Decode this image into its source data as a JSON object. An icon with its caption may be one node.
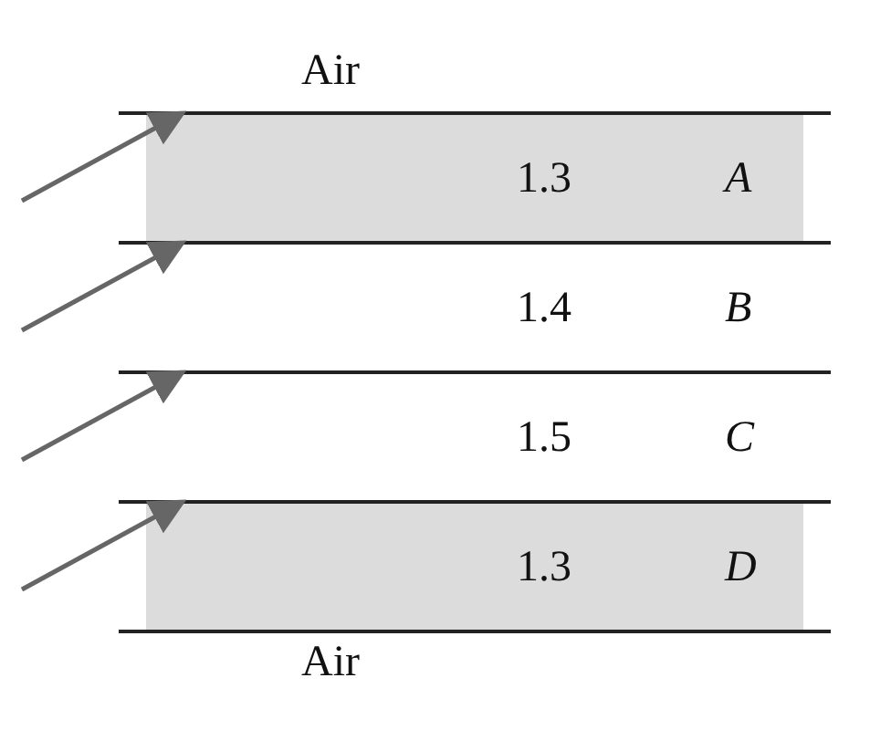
{
  "diagram": {
    "nodes": [
      {
        "text": [
          "1.3",
          "A"
        ]
      },
      {
        "text": [
          "1.4",
          "B"
        ]
      },
      {
        "text": [
          "1.5",
          "C"
        ]
      },
      {
        "text": [
          "1.3",
          "D"
        ]
      }
    ],
    "edges": [
      {
        "from": null,
        "to": 0,
        "arrow": "to"
      },
      {
        "from": null,
        "to": 1,
        "arrow": "to"
      },
      {
        "from": null,
        "to": 2,
        "arrow": "to"
      },
      {
        "from": null,
        "to": 3,
        "arrow": "to"
      }
    ],
    "labels": [
      "Air",
      "Air"
    ]
  }
}
